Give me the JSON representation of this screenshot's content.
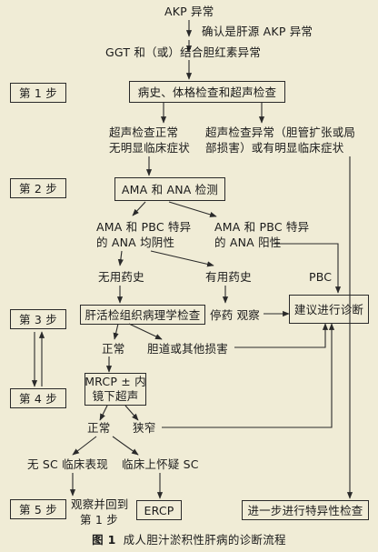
{
  "flowchart": {
    "top": {
      "akp": "AKP 异常",
      "confirm": "确认是肝源 AKP 异常",
      "ggt": "GGT 和（或）结合胆红素异常"
    },
    "steps": [
      "第 1 步",
      "第 2 步",
      "第 3 步",
      "第 4 步",
      "第 5 步"
    ],
    "history_box": "病史、体格检查和超声检查",
    "us_normal": [
      "超声检查正常",
      "无明显临床症状"
    ],
    "us_abnormal": [
      "超声检查异常（胆管扩张或局",
      "部损害）或有明显临床症状"
    ],
    "ama_box": "AMA 和 ANA 检测",
    "ama_neg": [
      "AMA 和 PBC 特异",
      "的 ANA 均阴性"
    ],
    "ama_pos": [
      "AMA 和 PBC 特异",
      "的 ANA 阳性"
    ],
    "no_drug": "无用药史",
    "has_drug": "有用药史",
    "pbc": "PBC",
    "suggest_box": "建议进行诊断",
    "biopsy_box": "肝活检组织病理学检查",
    "stop_drug": "停药  观察",
    "normal_1": "正常",
    "bile_other": "胆道或其他损害",
    "mrcp_box": [
      "MRCP ± 内",
      "镜下超声"
    ],
    "normal_2": "正常",
    "stenosis": "狭窄",
    "no_sc": "无 SC 临床表现",
    "suspect_sc": "临床上怀疑 SC",
    "observe": [
      "观察并回到",
      "第 1 步"
    ],
    "ercp_box": "ERCP",
    "specific_box": "进一步进行特异性检查"
  },
  "caption": {
    "label": "图 1",
    "title": "成人胆汁淤积性肝病的诊断流程"
  }
}
